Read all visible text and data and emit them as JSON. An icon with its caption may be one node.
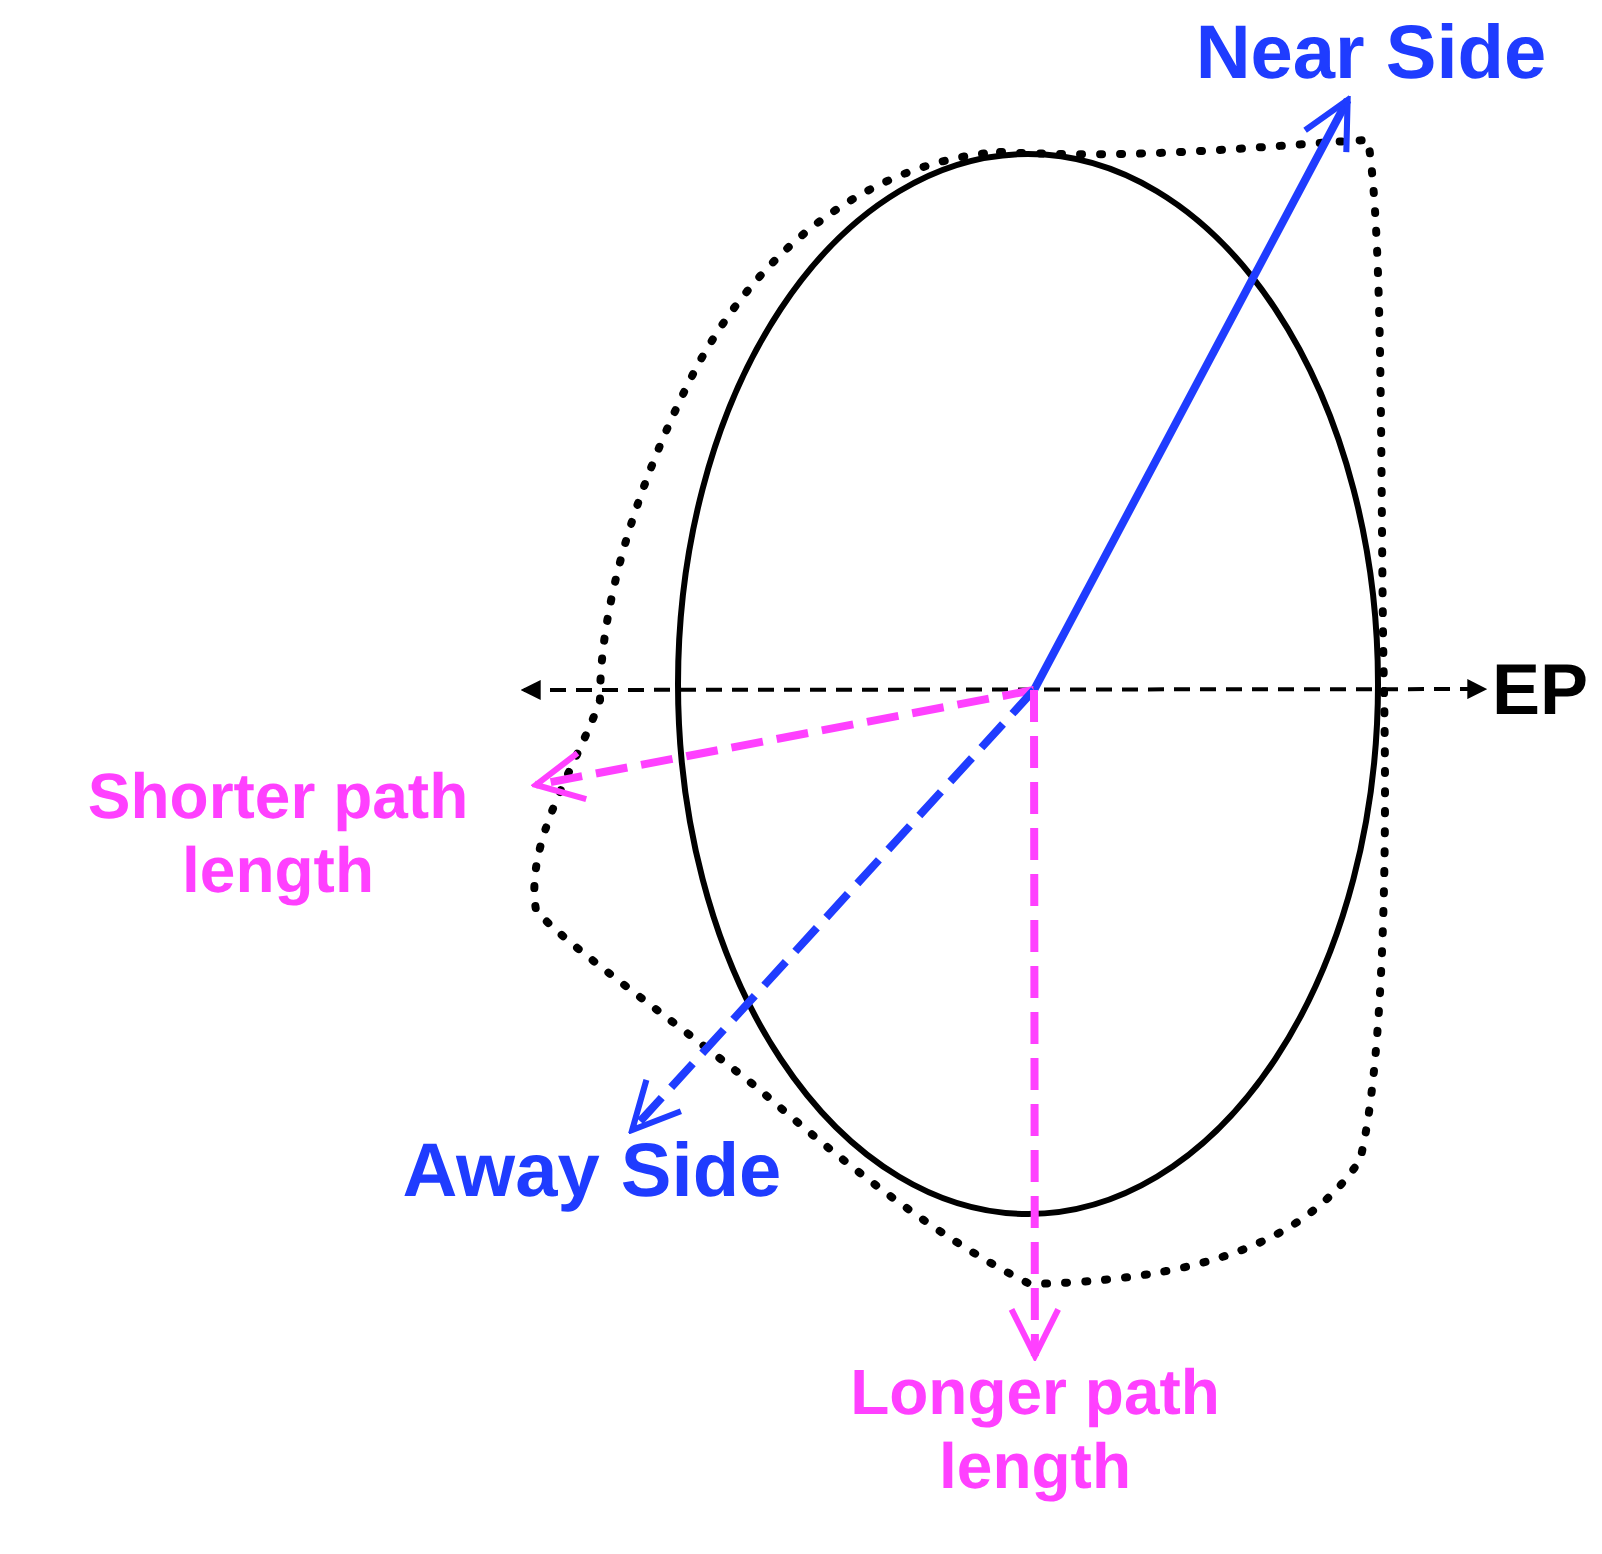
{
  "diagram": {
    "nodes": [
      {
        "text": [
          "Near Side"
        ]
      },
      {
        "text": [
          "EP"
        ]
      },
      {
        "text": [
          "Shorter path length"
        ]
      },
      {
        "text": [
          "Away Side"
        ]
      },
      {
        "text": [
          "Longer path length"
        ]
      }
    ],
    "edges": [
      {
        "from": null,
        "to": 0,
        "arrow": "to",
        "color": "#1f3cff"
      },
      {
        "from": null,
        "to": 1,
        "arrow": "both",
        "style": "dashed",
        "color": "#000000"
      },
      {
        "from": null,
        "to": 2,
        "arrow": "to",
        "style": "dashed",
        "color": "#ff40ff"
      },
      {
        "from": null,
        "to": 3,
        "arrow": "to",
        "style": "dashed",
        "color": "#1f3cff"
      },
      {
        "from": null,
        "to": 4,
        "arrow": "to",
        "style": "dashed",
        "color": "#ff40ff"
      }
    ]
  }
}
